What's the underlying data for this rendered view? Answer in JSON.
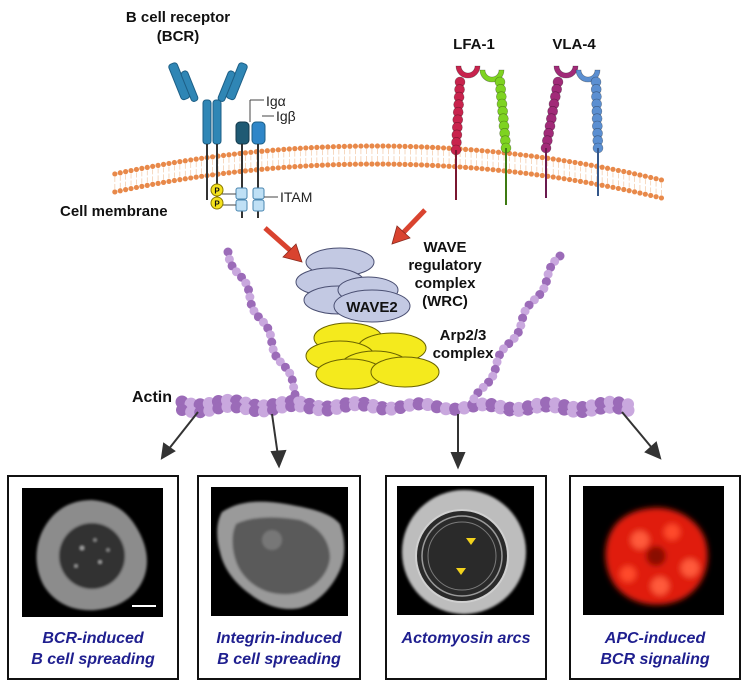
{
  "labels": {
    "bcr_title": "B cell receptor",
    "bcr_abbr": "(BCR)",
    "ig_alpha": "Igα",
    "ig_beta": "Igβ",
    "itam": "ITAM",
    "phospho": "P",
    "cell_membrane": "Cell membrane",
    "lfa1": "LFA-1",
    "vla4": "VLA-4",
    "wrc_line1": "WAVE",
    "wrc_line2": "regulatory",
    "wrc_line3": "complex",
    "wrc_line4": "(WRC)",
    "wave2": "WAVE2",
    "arp_line1": "Arp2/3",
    "arp_line2": "complex",
    "actin": "Actin"
  },
  "panels": [
    {
      "line1": "BCR-induced",
      "line2": "B cell spreading"
    },
    {
      "line1": "Integrin-induced",
      "line2": "B cell spreading"
    },
    {
      "line1": "Actomyosin arcs",
      "line2": ""
    },
    {
      "line1": "APC-induced",
      "line2": "BCR signaling"
    }
  ],
  "colors": {
    "bcr": "#2f86b5",
    "membrane": "#e8894a",
    "lfa1_alpha": "#c8234d",
    "lfa1_beta": "#7ed321",
    "vla4_alpha": "#a12a78",
    "vla4_beta": "#5b8fd1",
    "wrc": "#c3c9e3",
    "arp": "#f4ea1d",
    "actin_dark": "#9b6bb8",
    "actin_light": "#c9a8de",
    "arrow_red": "#d9432f",
    "caption": "#1f1f8f",
    "apc_red": "#ff2a1a"
  }
}
